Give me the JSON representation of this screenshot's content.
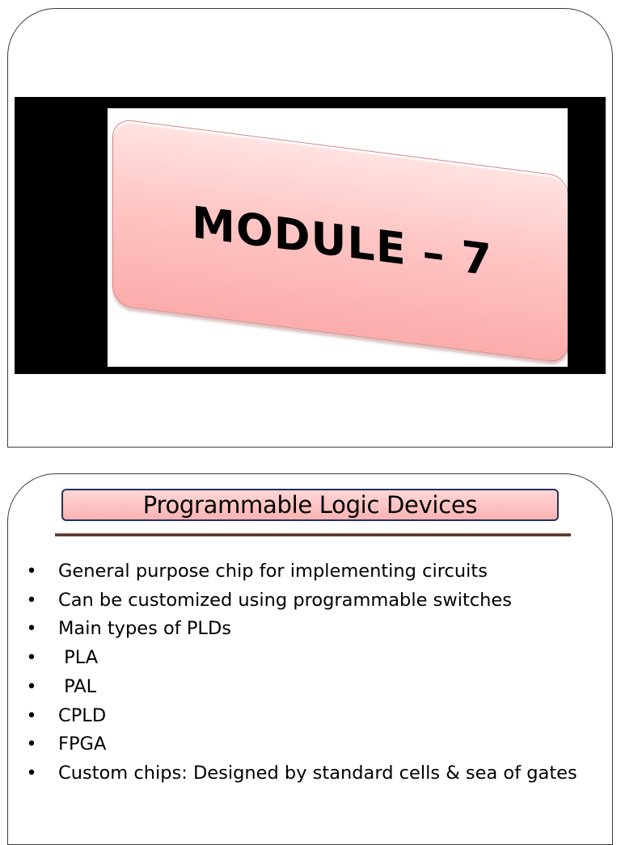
{
  "slide1": {
    "banner_text": "MODULE – 7"
  },
  "slide2": {
    "title": "Programmable Logic Devices",
    "bullets": [
      "General purpose chip for implementing circuits",
      "Can be customized using programmable switches",
      "Main types of PLDs",
      " PLA",
      " PAL",
      "CPLD",
      "FPGA",
      "Custom chips: Designed by standard cells & sea of gates"
    ],
    "bullet_symbol": "•"
  },
  "colors": {
    "card_pink": "#fec6c4",
    "title_pink": "#f9b3b2",
    "title_border": "#24305f",
    "banner_black": "#000000"
  }
}
